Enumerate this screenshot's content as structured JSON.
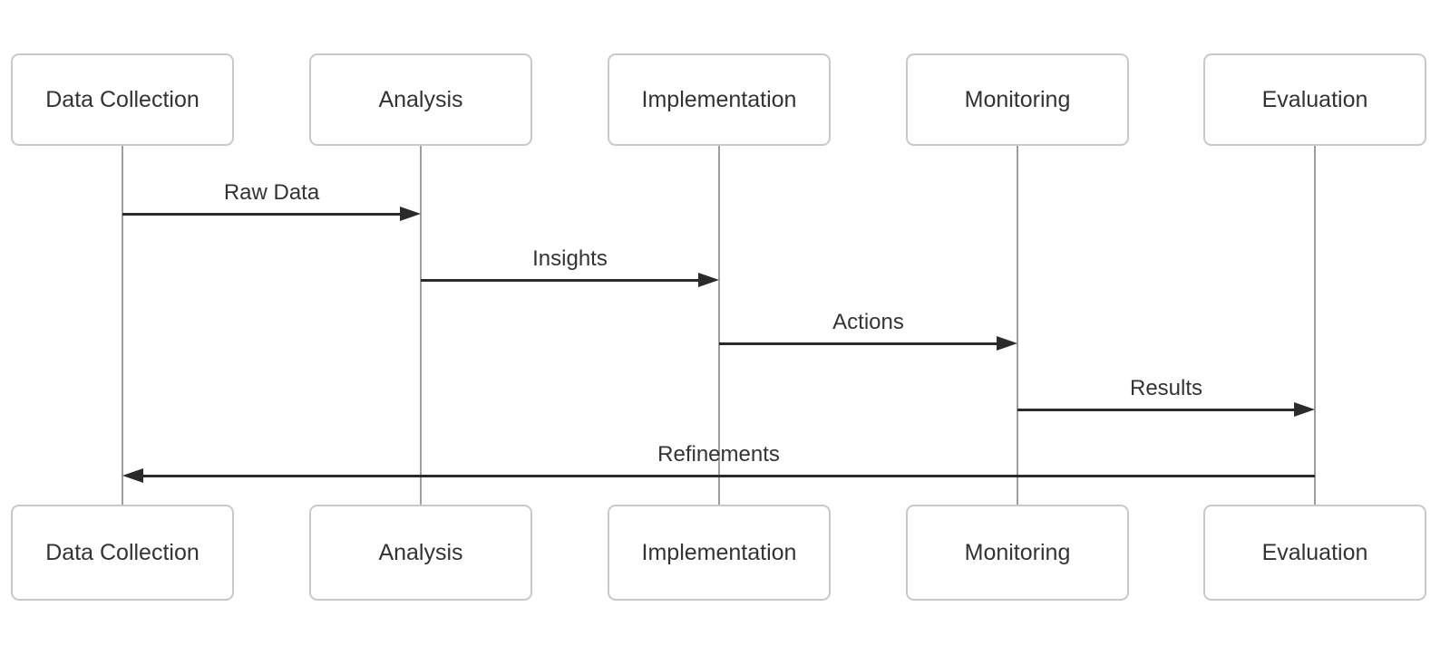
{
  "diagram": {
    "type": "sequence-diagram",
    "colors": {
      "background": "#ffffff",
      "box_fill": "#ffffff",
      "box_border": "#c9c9c9",
      "lifeline": "#9e9e9e",
      "arrow": "#2b2b2b",
      "text": "#333333"
    },
    "actors": [
      {
        "name": "Data Collection"
      },
      {
        "name": "Analysis"
      },
      {
        "name": "Implementation"
      },
      {
        "name": "Monitoring"
      },
      {
        "name": "Evaluation"
      }
    ],
    "messages": [
      {
        "label": "Raw Data",
        "from": "Data Collection",
        "to": "Analysis"
      },
      {
        "label": "Insights",
        "from": "Analysis",
        "to": "Implementation"
      },
      {
        "label": "Actions",
        "from": "Implementation",
        "to": "Monitoring"
      },
      {
        "label": "Results",
        "from": "Monitoring",
        "to": "Evaluation"
      },
      {
        "label": "Refinements",
        "from": "Evaluation",
        "to": "Data Collection"
      }
    ]
  }
}
